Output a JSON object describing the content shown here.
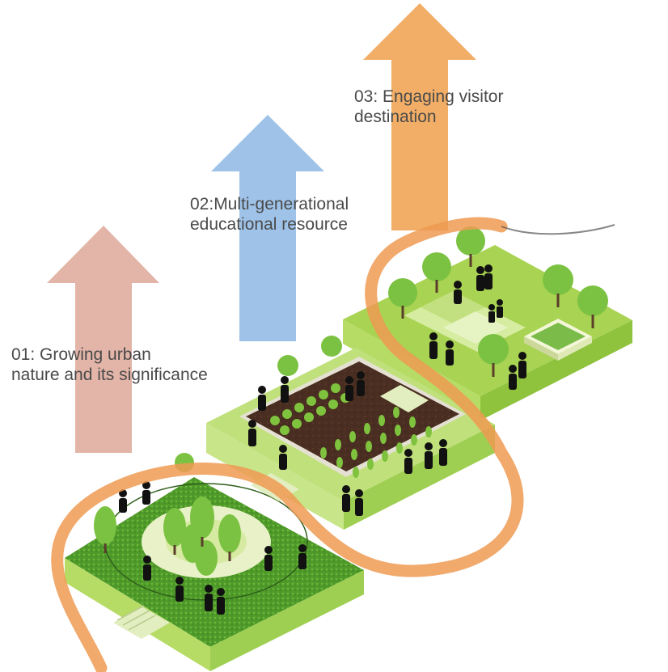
{
  "labels": [
    {
      "line1": "01: Growing urban",
      "line2": "nature and its significance"
    },
    {
      "line1": "02:Multi-generational",
      "line2": "educational resource"
    },
    {
      "line1": "03: Engaging visitor",
      "line2": "destination"
    }
  ],
  "colors": {
    "arrow_1": "#e3b4a8",
    "arrow_2": "#9fc3e8",
    "arrow_3": "#f2ae66",
    "path_ribbon": "#ee9a52",
    "grass_light": "#c9e37a",
    "grass_dark": "#5aa72e",
    "soil": "#4a2e22",
    "text": "#4a4a4a"
  },
  "icons": [
    "arrow-up-icon",
    "tree-icon",
    "person-icon",
    "step-icon"
  ]
}
